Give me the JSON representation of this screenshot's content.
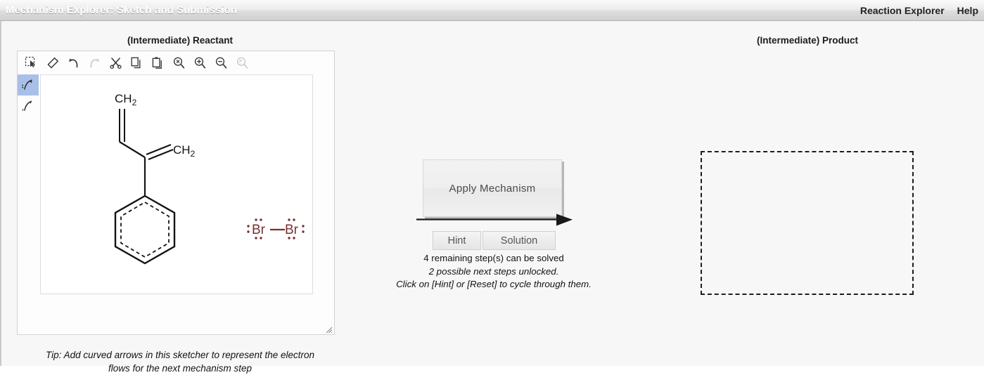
{
  "titlebar": {
    "app_title": "Mechanism Explorer: Sketch and Submission",
    "menu": [
      {
        "label": "Reaction Explorer",
        "name": "menu-reaction-explorer"
      },
      {
        "label": "Help",
        "name": "menu-help"
      }
    ]
  },
  "panels": {
    "reactant_header": "(Intermediate) Reactant",
    "product_header": "(Intermediate) Product"
  },
  "sketcher": {
    "toolbar": [
      {
        "icon": "select-lasso-icon",
        "enabled": true
      },
      {
        "icon": "eraser-icon",
        "enabled": true
      },
      {
        "icon": "undo-icon",
        "enabled": true
      },
      {
        "icon": "redo-icon",
        "enabled": false
      },
      {
        "icon": "cut-scissors-icon",
        "enabled": true
      },
      {
        "icon": "copy-icon",
        "enabled": true
      },
      {
        "icon": "paste-icon",
        "enabled": true
      },
      {
        "icon": "zoom-reset-icon",
        "enabled": true
      },
      {
        "icon": "zoom-in-icon",
        "enabled": true
      },
      {
        "icon": "zoom-out-icon",
        "enabled": true
      },
      {
        "icon": "zoom-fit-icon",
        "enabled": false
      }
    ],
    "side_tools": [
      {
        "icon": "electron-pair-arrow-icon",
        "active": true
      },
      {
        "icon": "single-electron-arrow-icon",
        "active": false
      }
    ],
    "molecule": {
      "labels": [
        "CH",
        "CH"
      ],
      "subscript": "2",
      "halogen": {
        "left": "Br",
        "right": "Br",
        "color": "#7b2f2f"
      }
    },
    "tip_line1": "Tip: Add curved arrows in this sketcher to represent the electron",
    "tip_line2": "flows for the next mechanism step"
  },
  "center": {
    "apply_label": "Apply Mechanism",
    "hint_label": "Hint",
    "solution_label": "Solution",
    "status_line1": "4 remaining step(s) can be solved",
    "status_line2": "2 possible next steps unlocked.",
    "status_line3": "Click on [Hint] or [Reset] to cycle through them."
  }
}
